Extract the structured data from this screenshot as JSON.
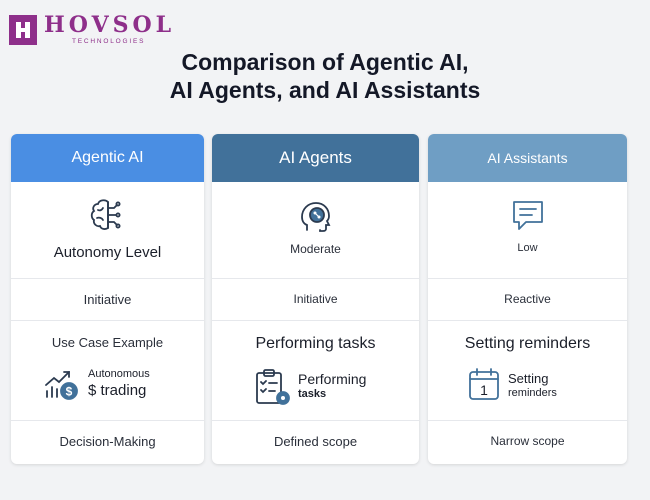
{
  "brand": {
    "name": "HOVSOL",
    "tagline": "TECHNOLOGIES",
    "color": "#8e2f8a"
  },
  "title": {
    "line1": "Comparison of Agentic AI,",
    "line2": "AI Agents, and AI Assistants"
  },
  "columns": [
    {
      "header": "Agentic AI",
      "header_color": "#4a8ee3",
      "icon": "brain-circuit-icon",
      "autonomy": "Autonomy Level",
      "initiative": "Initiative",
      "use_case": "Use Case Example",
      "example_icon": "chart-dollar-icon",
      "example_line1": "Autonomous",
      "example_line2": "$ trading",
      "decision": "Decision-Making"
    },
    {
      "header": "AI Agents",
      "header_color": "#41719a",
      "icon": "robot-head-icon",
      "autonomy": "Moderate",
      "initiative": "Initiative",
      "use_case": "Performing tasks",
      "example_icon": "clipboard-gear-icon",
      "example_line1": "Performing",
      "example_line2": "tasks",
      "decision": "Defined scope"
    },
    {
      "header": "AI Assistants",
      "header_color": "#6f9ec4",
      "icon": "chat-bubble-icon",
      "autonomy": "Low",
      "initiative": "Reactive",
      "use_case": "Setting reminders",
      "example_icon": "calendar-icon",
      "example_line1": "Setting",
      "example_line2": "reminders",
      "decision": "Narrow scope"
    }
  ],
  "calendar_day": "1"
}
